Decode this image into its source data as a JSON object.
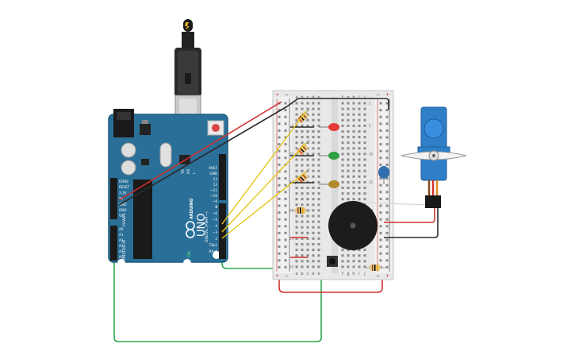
{
  "arduino": {
    "brand": "ARDUINO",
    "model": "UNO",
    "on_label": "ON",
    "tx_label": "TX",
    "rx_label": "RX",
    "l_label": "L",
    "power_header_label": "POWER",
    "analog_header_label": "ANALOG IN",
    "digital_header_label": "DIGITAL (PWM ~)",
    "power_pins": [
      "IOREF",
      "RESET",
      "3.3V",
      "5V",
      "GND",
      "GND",
      "Vin"
    ],
    "analog_pins": [
      "A0",
      "A1",
      "A2",
      "A3",
      "A4",
      "A5"
    ],
    "digital_top_pins": [
      "AREF",
      "GND",
      "13",
      "12",
      "~11",
      "~10",
      "~9",
      "8"
    ],
    "digital_bottom_pins": [
      "7",
      "~6",
      "~5",
      "4",
      "~3",
      "2",
      "TX▸1",
      "RX◂0"
    ]
  },
  "breadboard": {
    "column_letters_left": [
      "a",
      "b",
      "c",
      "d",
      "e"
    ],
    "column_letters_right": [
      "f",
      "g",
      "h",
      "i",
      "j"
    ],
    "rail_plus": "+",
    "rail_minus": "−",
    "row_count": 30
  },
  "usb": {
    "icon": "lightning-bolt-icon"
  },
  "colors": {
    "board": "#2a6f97",
    "board_dark": "#1f5a7d",
    "wire_red": "#d0312d",
    "wire_black": "#2b2b2b",
    "wire_green": "#2fa84f",
    "wire_yellow": "#e6c619",
    "led_red": "#e53935",
    "led_green": "#2ea043",
    "led_yellow": "#b08a2a",
    "servo": "#2f7fc7",
    "buzzer": "#1c1c1c"
  }
}
